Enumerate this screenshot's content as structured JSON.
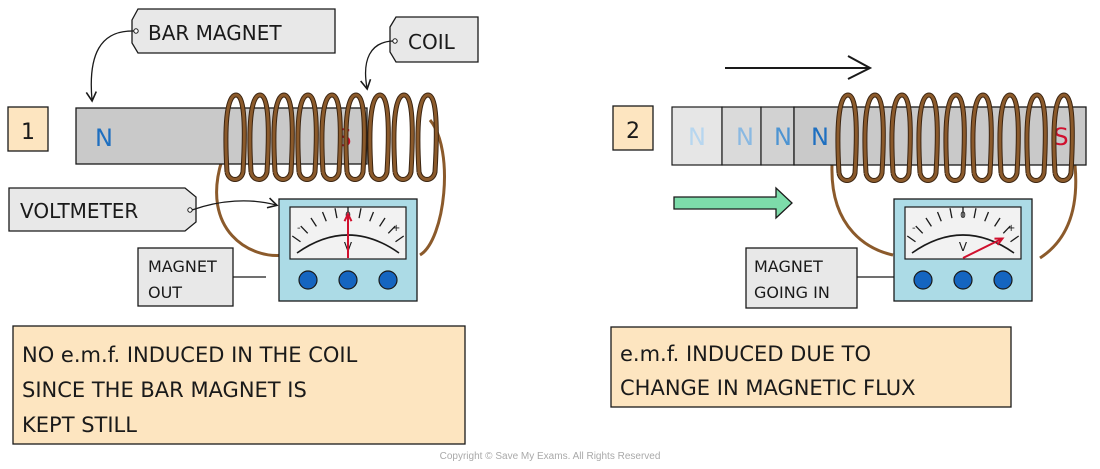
{
  "colors": {
    "label_fill": "#e8e8e8",
    "panel_fill": "#fde5c0",
    "magnet_fill": "#c9c9c9",
    "coil": "#8b5a2b",
    "north": "#1e6fc0",
    "south": "#d0102e",
    "meter_body": "#acdbe6",
    "meter_face": "#f2f2f2",
    "meter_knob": "#1565c0",
    "needle": "#d0102e",
    "motion_arrow": "#7ddcaa"
  },
  "panel1": {
    "number": "1",
    "labels": {
      "bar_magnet": "BAR MAGNET",
      "coil": "COIL",
      "voltmeter": "VOLTMETER",
      "state_line1": "MAGNET",
      "state_line2": "OUT"
    },
    "magnet": {
      "north": "N",
      "south": "S"
    },
    "meter": {
      "zero": "0",
      "minus": "-",
      "plus": "+",
      "unit": "V",
      "reading": 0
    },
    "caption": [
      "NO e.m.f. INDUCED IN THE COIL",
      "SINCE THE BAR MAGNET IS",
      "KEPT STILL"
    ]
  },
  "panel2": {
    "number": "2",
    "labels": {
      "state_line1": "MAGNET",
      "state_line2": "GOING IN"
    },
    "magnet": {
      "ghost_norths": [
        "N",
        "N",
        "N"
      ],
      "north": "N",
      "south": "S"
    },
    "meter": {
      "zero": "0",
      "minus": "-",
      "plus": "+",
      "unit": "V",
      "reading": 0.85
    },
    "caption": [
      "e.m.f. INDUCED DUE TO",
      "CHANGE IN MAGNETIC FLUX"
    ]
  },
  "copyright": "Copyright © Save My Exams. All Rights Reserved"
}
